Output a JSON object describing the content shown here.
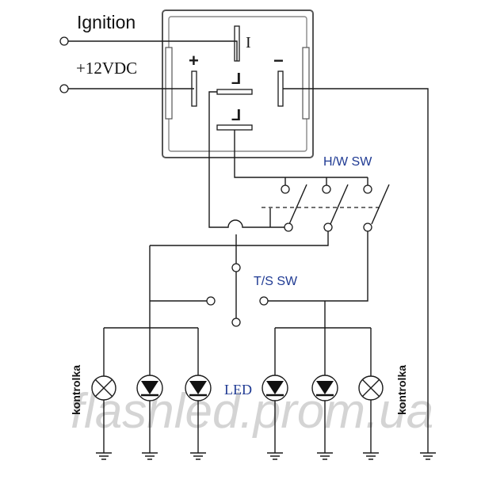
{
  "labels": {
    "ignition": "Ignition",
    "supply": "+12VDC",
    "pin_i": "I",
    "plus": "+",
    "minus": "−",
    "pin_l_rev": "L",
    "pin_l": "L",
    "hw_sw": "H/W SW",
    "ts_sw": "T/S SW",
    "led": "LED",
    "kontrolka_left": "kontrolka",
    "kontrolka_right": "kontrolka",
    "watermark": "flashled.prom.ua"
  },
  "colors": {
    "wire": "#1a1a1a",
    "switch_label": "#1f3a93",
    "watermark": "#cfcfcf"
  },
  "icons": [
    "lamp-icon",
    "led-diode-icon",
    "ground-icon",
    "relay-pin-icon"
  ]
}
